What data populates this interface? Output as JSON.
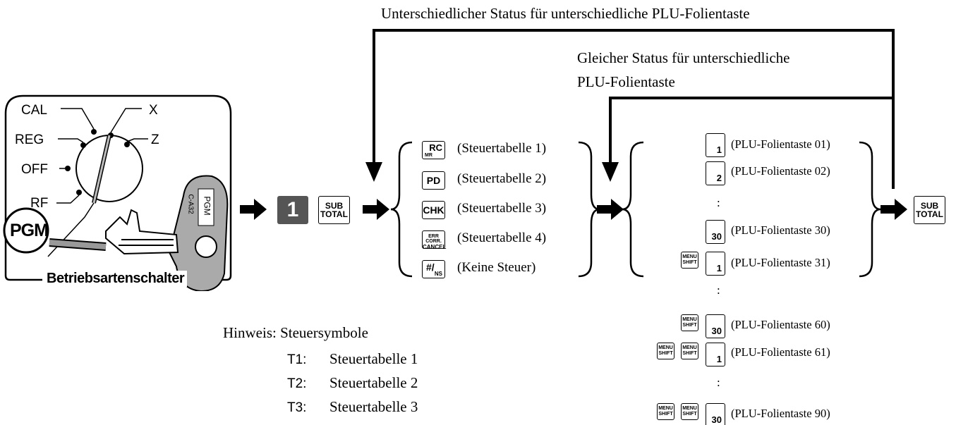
{
  "header": {
    "top_note": "Unterschiedlicher Status für unterschiedliche PLU-Folientaste",
    "same_note_line1": "Gleicher Status für unterschiedliche",
    "same_note_line2": "PLU-Folientaste"
  },
  "mode_switch": {
    "title": "Betriebsartenschalter",
    "positions": [
      "CAL",
      "REG",
      "OFF",
      "RF",
      "X",
      "Z"
    ],
    "active": "PGM",
    "key_label": "PGM",
    "key_code": "C-A32"
  },
  "sequence": {
    "step_key": "1",
    "subtotal_line1": "SUB",
    "subtotal_line2": "TOTAL"
  },
  "tax_options": [
    {
      "key": "RC",
      "key_sub": "MR",
      "label": "(Steuertabelle 1)"
    },
    {
      "key": "PD",
      "key_sub": "",
      "label": "(Steuertabelle 2)"
    },
    {
      "key": "CHK",
      "key_sub": "",
      "label": "(Steuertabelle 3)"
    },
    {
      "key": "ERR CORR.",
      "key_sub": "CANCEL",
      "label": "(Steuertabelle 4)"
    },
    {
      "key": "#/",
      "key_sub": "NS",
      "label": "(Keine Steuer)"
    }
  ],
  "plu_keys": {
    "shift_line1": "MENU",
    "shift_line2": "SHIFT",
    "rows": [
      {
        "num": "1",
        "label": "(PLU-Folientaste 01)"
      },
      {
        "num": "2",
        "label": "(PLU-Folientaste 02)"
      },
      {
        "num": "30",
        "label": "(PLU-Folientaste 30)"
      },
      {
        "num": "1",
        "label": "(PLU-Folientaste 31)"
      },
      {
        "num": "30",
        "label": "(PLU-Folientaste 60)"
      },
      {
        "num": "1",
        "label": "(PLU-Folientaste 61)"
      },
      {
        "num": "30",
        "label": "(PLU-Folientaste 90)"
      }
    ],
    "ellipsis": ":"
  },
  "hint": {
    "title": "Hinweis: Steuersymbole",
    "items": [
      {
        "sym": "T1:",
        "text": "Steuertabelle 1"
      },
      {
        "sym": "T2:",
        "text": "Steuertabelle 2"
      },
      {
        "sym": "T3:",
        "text": "Steuertabelle 3"
      }
    ]
  }
}
